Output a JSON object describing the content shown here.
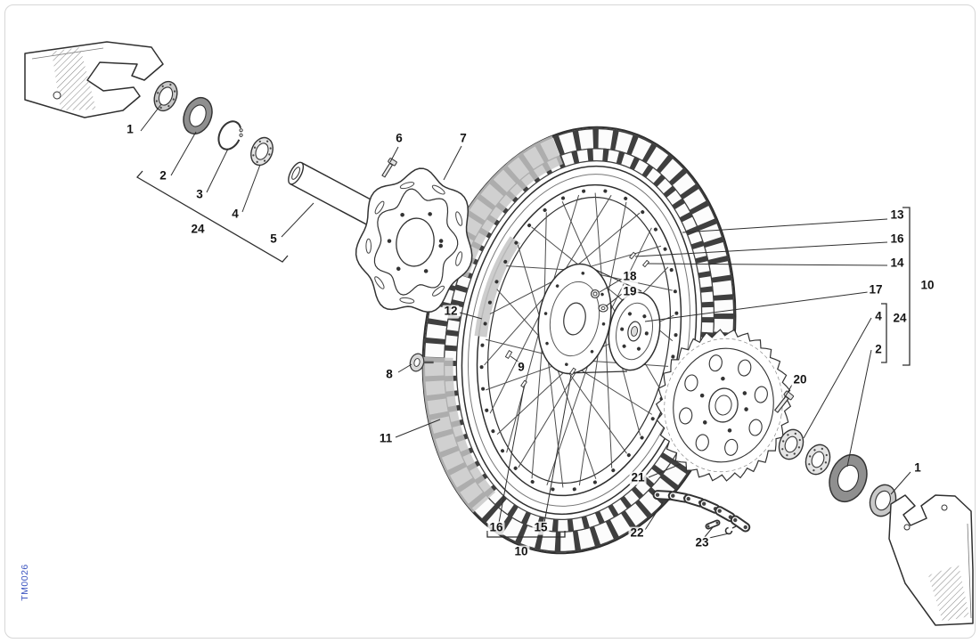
{
  "diagram": {
    "drawing_code": "TM0026",
    "code_color": "#3d55c0",
    "colors": {
      "line": "#2f2f2f",
      "shade": "#c6c6c6",
      "seal_gray": "#8f8f8f"
    },
    "callouts": {
      "c1_left": "1",
      "c2_left": "2",
      "c3": "3",
      "c4_left": "4",
      "c24_left": "24",
      "c5": "5",
      "c6": "6",
      "c7": "7",
      "c12": "12",
      "c8": "8",
      "c9": "9",
      "c11": "11",
      "c18": "18",
      "c19": "19",
      "c13": "13",
      "c16_right": "16",
      "c14": "14",
      "c10_right": "10",
      "c17": "17",
      "c4_right": "4",
      "c24_right": "24",
      "c2_right": "2",
      "c20": "20",
      "c21": "21",
      "c22": "22",
      "c23": "23",
      "c1_right": "1",
      "c16_bottom": "16",
      "c15": "15",
      "c10_bottom": "10"
    }
  }
}
